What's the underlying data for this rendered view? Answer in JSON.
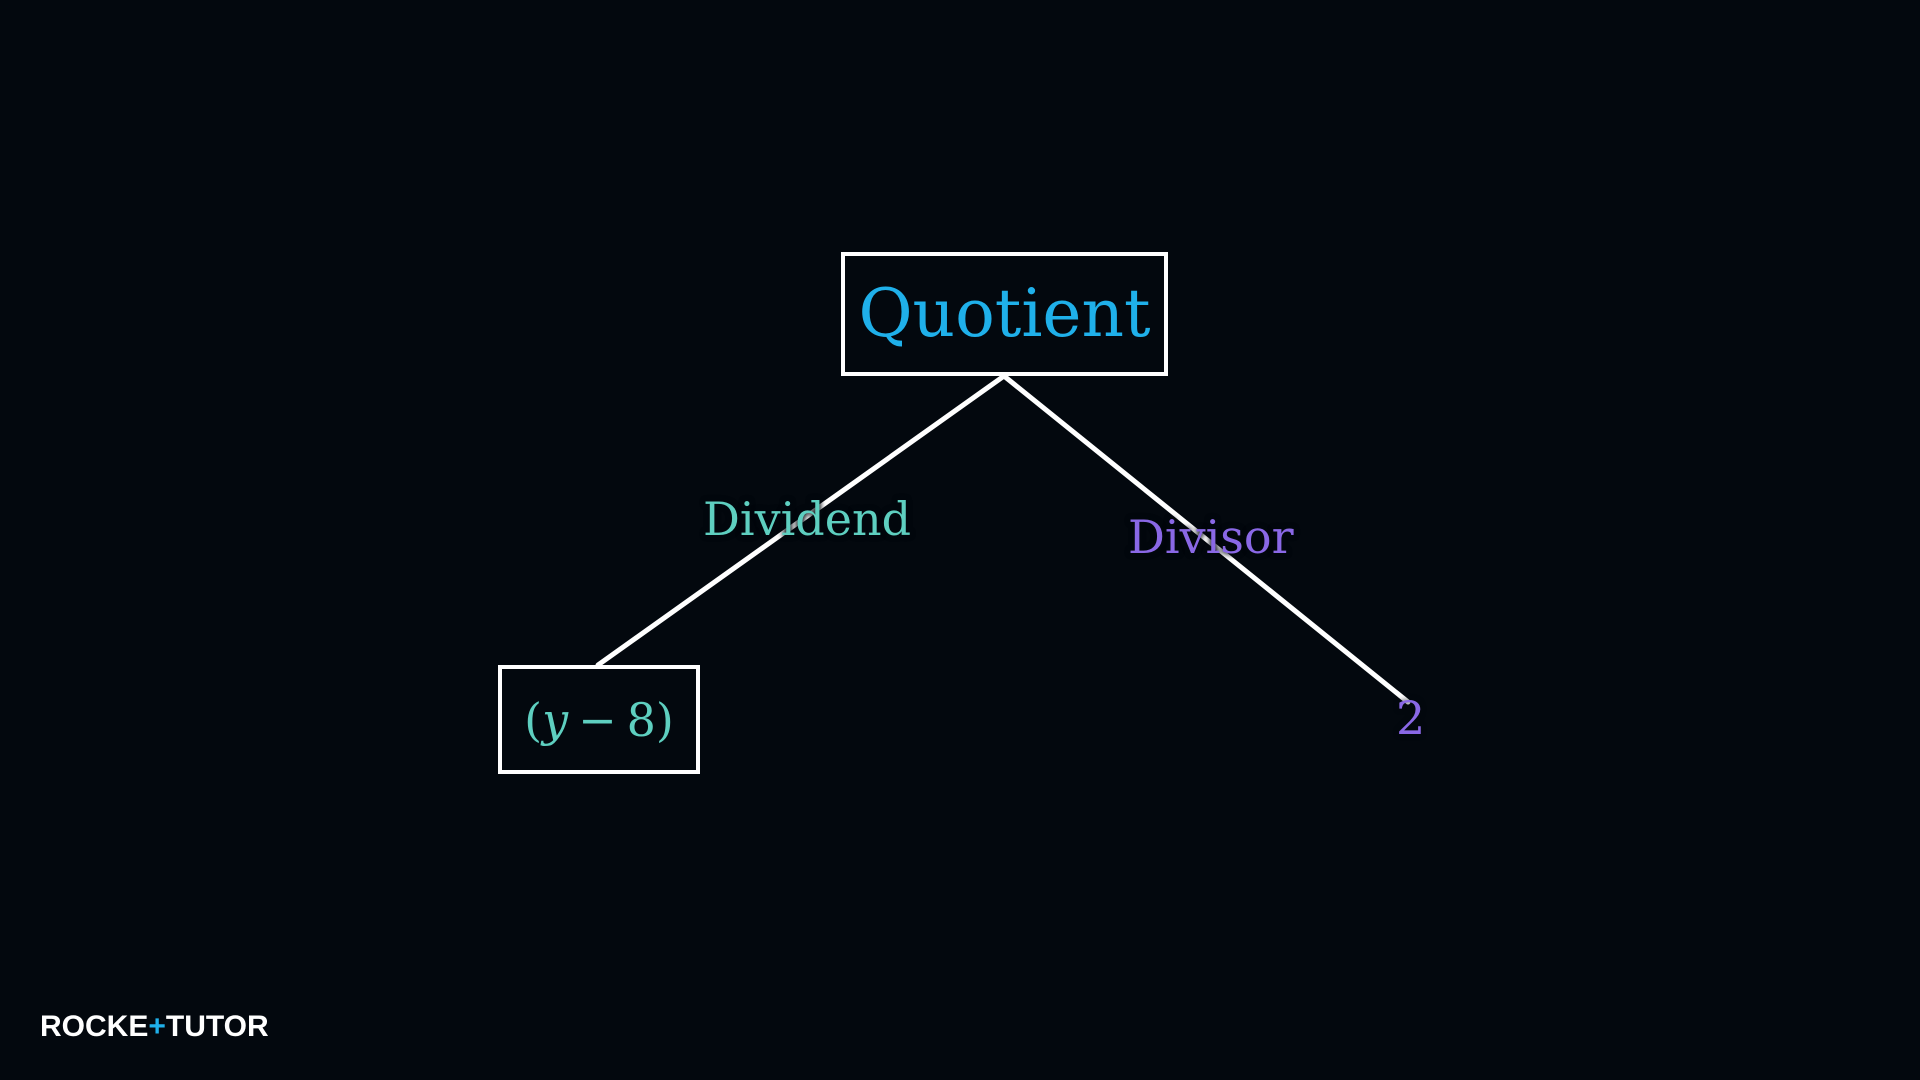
{
  "diagram": {
    "root": {
      "label": "Quotient",
      "color": "#1fb0ea"
    },
    "left_branch": {
      "edge_label": "Dividend",
      "color": "#5ecfc0",
      "node": {
        "open": "(",
        "var": "y",
        "op": "−",
        "num": "8",
        "close": ")"
      }
    },
    "right_branch": {
      "edge_label": "Divisor",
      "color": "#8a68e6",
      "node": {
        "label": "2"
      }
    },
    "edge_color": "#ffffff",
    "background": "#03080e"
  },
  "branding": {
    "logo_part1": "ROCKE",
    "logo_plus": "+",
    "logo_part2": "TUTOR"
  }
}
